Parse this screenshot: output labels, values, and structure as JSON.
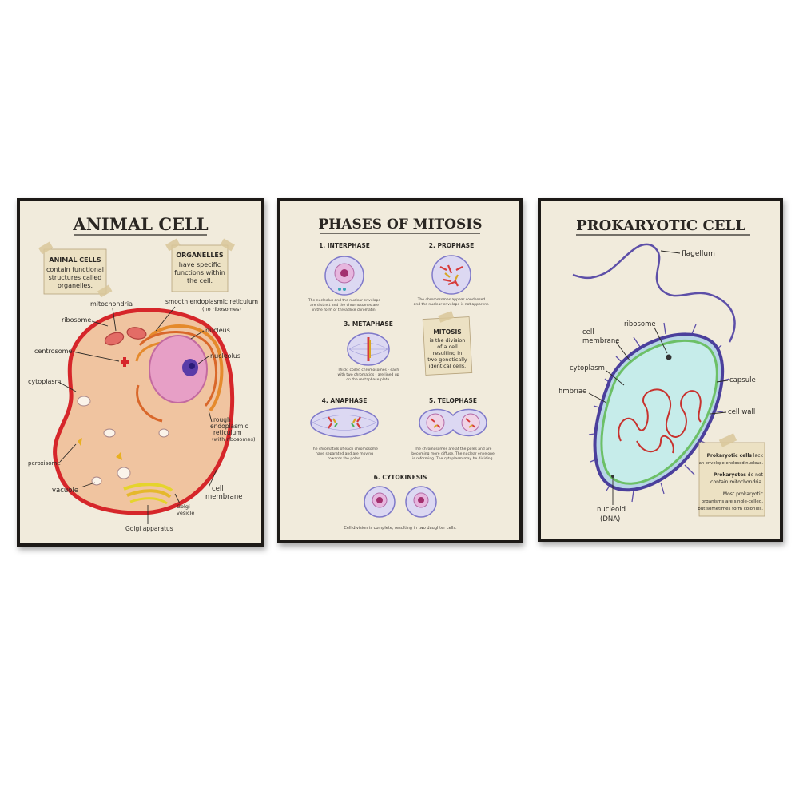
{
  "posters": {
    "animal": {
      "title": "ANIMAL CELL",
      "note1": {
        "heading": "ANIMAL CELLS",
        "lines": [
          "contain functional",
          "structures called",
          "organelles."
        ]
      },
      "note2": {
        "heading": "ORGANELLES",
        "lines": [
          "have specific",
          "functions within",
          "the cell."
        ]
      },
      "labels": {
        "mitochondria": "mitochondria",
        "ser": "smooth endoplasmic reticulum",
        "ser_sub": "(no ribosomes)",
        "ribosome": "ribosome",
        "nucleus": "nucleus",
        "centrosome": "centrosome",
        "nucleolus": "nucleolus",
        "cytoplasm": "cytoplasm",
        "rer1": "rough",
        "rer2": "endoplasmic",
        "rer3": "reticulum",
        "rer_sub": "(with ribosomes)",
        "peroxisome": "peroxisome",
        "vacuole": "vacuole",
        "membrane1": "cell",
        "membrane2": "membrane",
        "golgi_vesicle1": "Golgi",
        "golgi_vesicle2": "vesicle",
        "golgi": "Golgi apparatus"
      }
    },
    "mitosis": {
      "title": "PHASES OF MITOSIS",
      "interphase": {
        "name": "1. INTERPHASE",
        "desc": [
          "The nucleolus and the nuclear envelope",
          "are distinct and the chromosomes are",
          "in the form of threadlike chromatin."
        ]
      },
      "prophase": {
        "name": "2. PROPHASE",
        "desc": [
          "The chromosomes appear condensed",
          "and the nuclear envelope is not apparent."
        ]
      },
      "metaphase": {
        "name": "3. METAPHASE",
        "desc": [
          "Thick, coiled chromosomes - each",
          "with two chromatids - are lined up",
          "on the metaphase plate."
        ]
      },
      "note": {
        "heading": "MITOSIS",
        "lines": [
          "is the division",
          "of a cell",
          "resulting in",
          "two genetically",
          "identical cells."
        ]
      },
      "anaphase": {
        "name": "4. ANAPHASE",
        "desc": [
          "The chromatids of each chromosome",
          "have separated and are moving",
          "towards the poles."
        ]
      },
      "telophase": {
        "name": "5. TELOPHASE",
        "desc": [
          "The chromosomes are at the poles and are",
          "becoming more diffuse. The nuclear envelope",
          "is reforming. The cytoplasm may be dividing."
        ]
      },
      "cytokinesis": {
        "name": "6. CYTOKINESIS",
        "desc": [
          "Cell division is complete, resulting in two daughter cells."
        ]
      }
    },
    "prokaryotic": {
      "title": "PROKARYOTIC CELL",
      "labels": {
        "flagellum": "flagellum",
        "ribosome": "ribosome",
        "membrane1": "cell",
        "membrane2": "membrane",
        "cytoplasm": "cytoplasm",
        "capsule": "capsule",
        "fimbriae": "fimbriae",
        "cell_wall": "cell wall",
        "nucleoid": "nucleoid",
        "dna": "(DNA)"
      },
      "note": {
        "line1a": "Prokaryotic cells",
        "line1b": " lack",
        "line2": "an envelope-enclosed nucleus.",
        "line3a": "Prokaryotes",
        "line3b": " do not",
        "line4": "contain mitochondria.",
        "line5": "Most prokaryotic",
        "line6": "organisms are single-celled,",
        "line7": "but sometimes form colonies."
      }
    }
  }
}
